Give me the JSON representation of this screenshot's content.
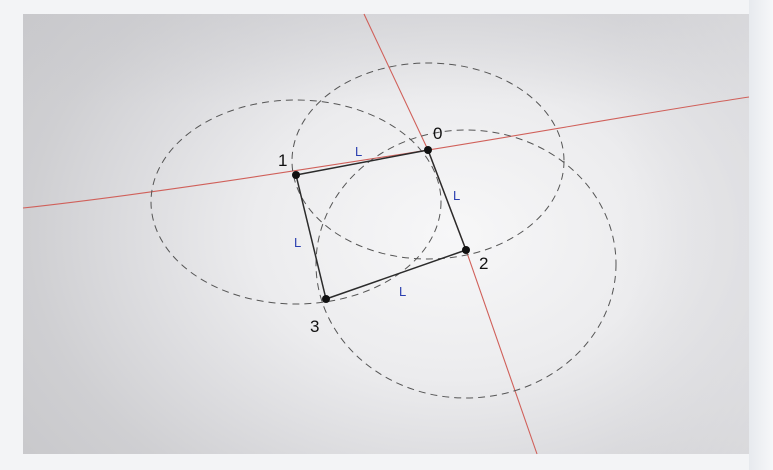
{
  "diagram": {
    "point_labels": {
      "p0": "0",
      "p1": "1",
      "p2": "2",
      "p3": "3"
    },
    "side_labels": {
      "top": "L",
      "right": "L",
      "left": "L",
      "bottom": "L"
    },
    "colors": {
      "construction_line": "#d0605a",
      "square_edge": "#2b2b2b",
      "dashed_circle": "#555555",
      "point": "#111111",
      "side_label": "#2a3fb0"
    }
  }
}
